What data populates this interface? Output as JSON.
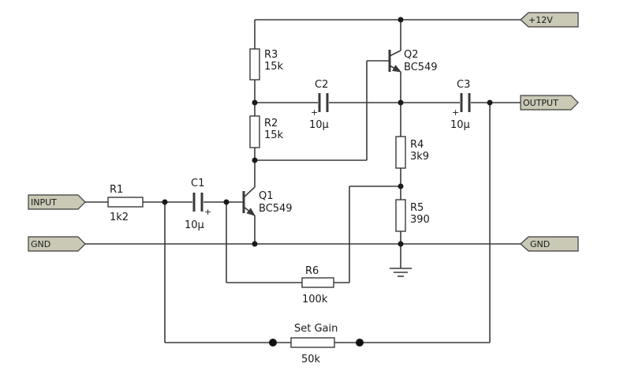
{
  "ports": {
    "vcc": "+12V",
    "input": "INPUT",
    "gnd_left": "GND",
    "gnd_right": "GND",
    "output": "OUTPUT"
  },
  "resistors": {
    "r1": {
      "ref": "R1",
      "value": "1k2"
    },
    "r2": {
      "ref": "R2",
      "value": "15k"
    },
    "r3": {
      "ref": "R3",
      "value": "15k"
    },
    "r4": {
      "ref": "R4",
      "value": "3k9"
    },
    "r5": {
      "ref": "R5",
      "value": "390"
    },
    "r6": {
      "ref": "R6",
      "value": "100k"
    },
    "gain": {
      "ref": "Set Gain",
      "value": "50k"
    }
  },
  "capacitors": {
    "c1": {
      "ref": "C1",
      "value": "10µ",
      "polarity": "+"
    },
    "c2": {
      "ref": "C2",
      "value": "10µ",
      "polarity": "+"
    },
    "c3": {
      "ref": "C3",
      "value": "10µ",
      "polarity": "+"
    }
  },
  "transistors": {
    "q1": {
      "ref": "Q1",
      "type": "BC549"
    },
    "q2": {
      "ref": "Q2",
      "type": "BC549"
    }
  },
  "colors": {
    "wire": "#3a3a3a",
    "port_fill": "#c9c9b6"
  }
}
